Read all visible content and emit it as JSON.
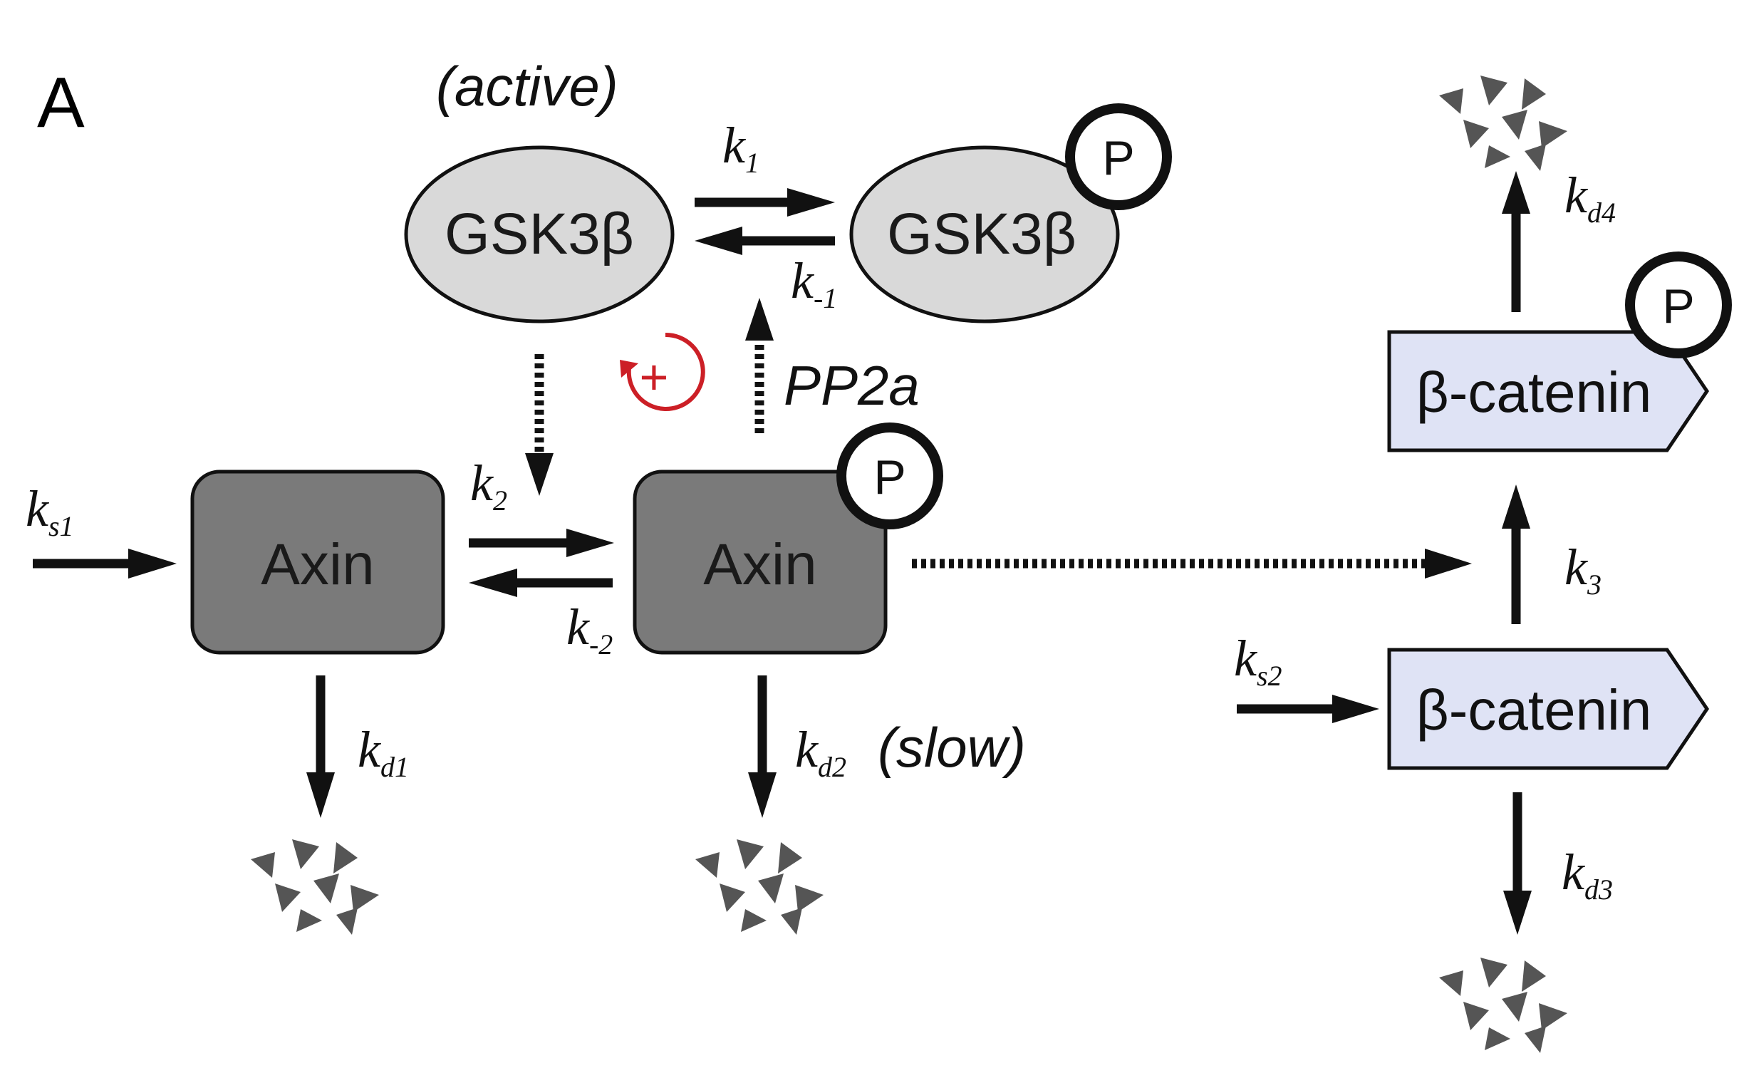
{
  "panel_label": "A",
  "gsk3b_active_note": "(active)",
  "gsk3b_label": "GSK3β",
  "gsk3b_p_label": "GSK3β",
  "axin_label": "Axin",
  "axin_p_label": "Axin",
  "catenin_label": "β-catenin",
  "catenin_p_label": "β-catenin",
  "phospho_label": "P",
  "plus_label": "+",
  "pp2a_label": "PP2a",
  "slow_label": "(slow)",
  "rates": {
    "k1": {
      "base": "k",
      "sub": "1"
    },
    "km1": {
      "base": "k",
      "sub": "-1"
    },
    "k2": {
      "base": "k",
      "sub": "2"
    },
    "km2": {
      "base": "k",
      "sub": "-2"
    },
    "k3": {
      "base": "k",
      "sub": "3"
    },
    "ks1": {
      "base": "k",
      "sub": "s1"
    },
    "ks2": {
      "base": "k",
      "sub": "s2"
    },
    "kd1": {
      "base": "k",
      "sub": "d1"
    },
    "kd2": {
      "base": "k",
      "sub": "d2"
    },
    "kd3": {
      "base": "k",
      "sub": "d3"
    },
    "kd4": {
      "base": "k",
      "sub": "d4"
    }
  },
  "colors": {
    "gsk_fill": "#d9d9d9",
    "axin_fill": "#7a7a7a",
    "catenin_fill": "#dfe3f5",
    "feedback": "#cc1f26",
    "debris": "#555555"
  }
}
